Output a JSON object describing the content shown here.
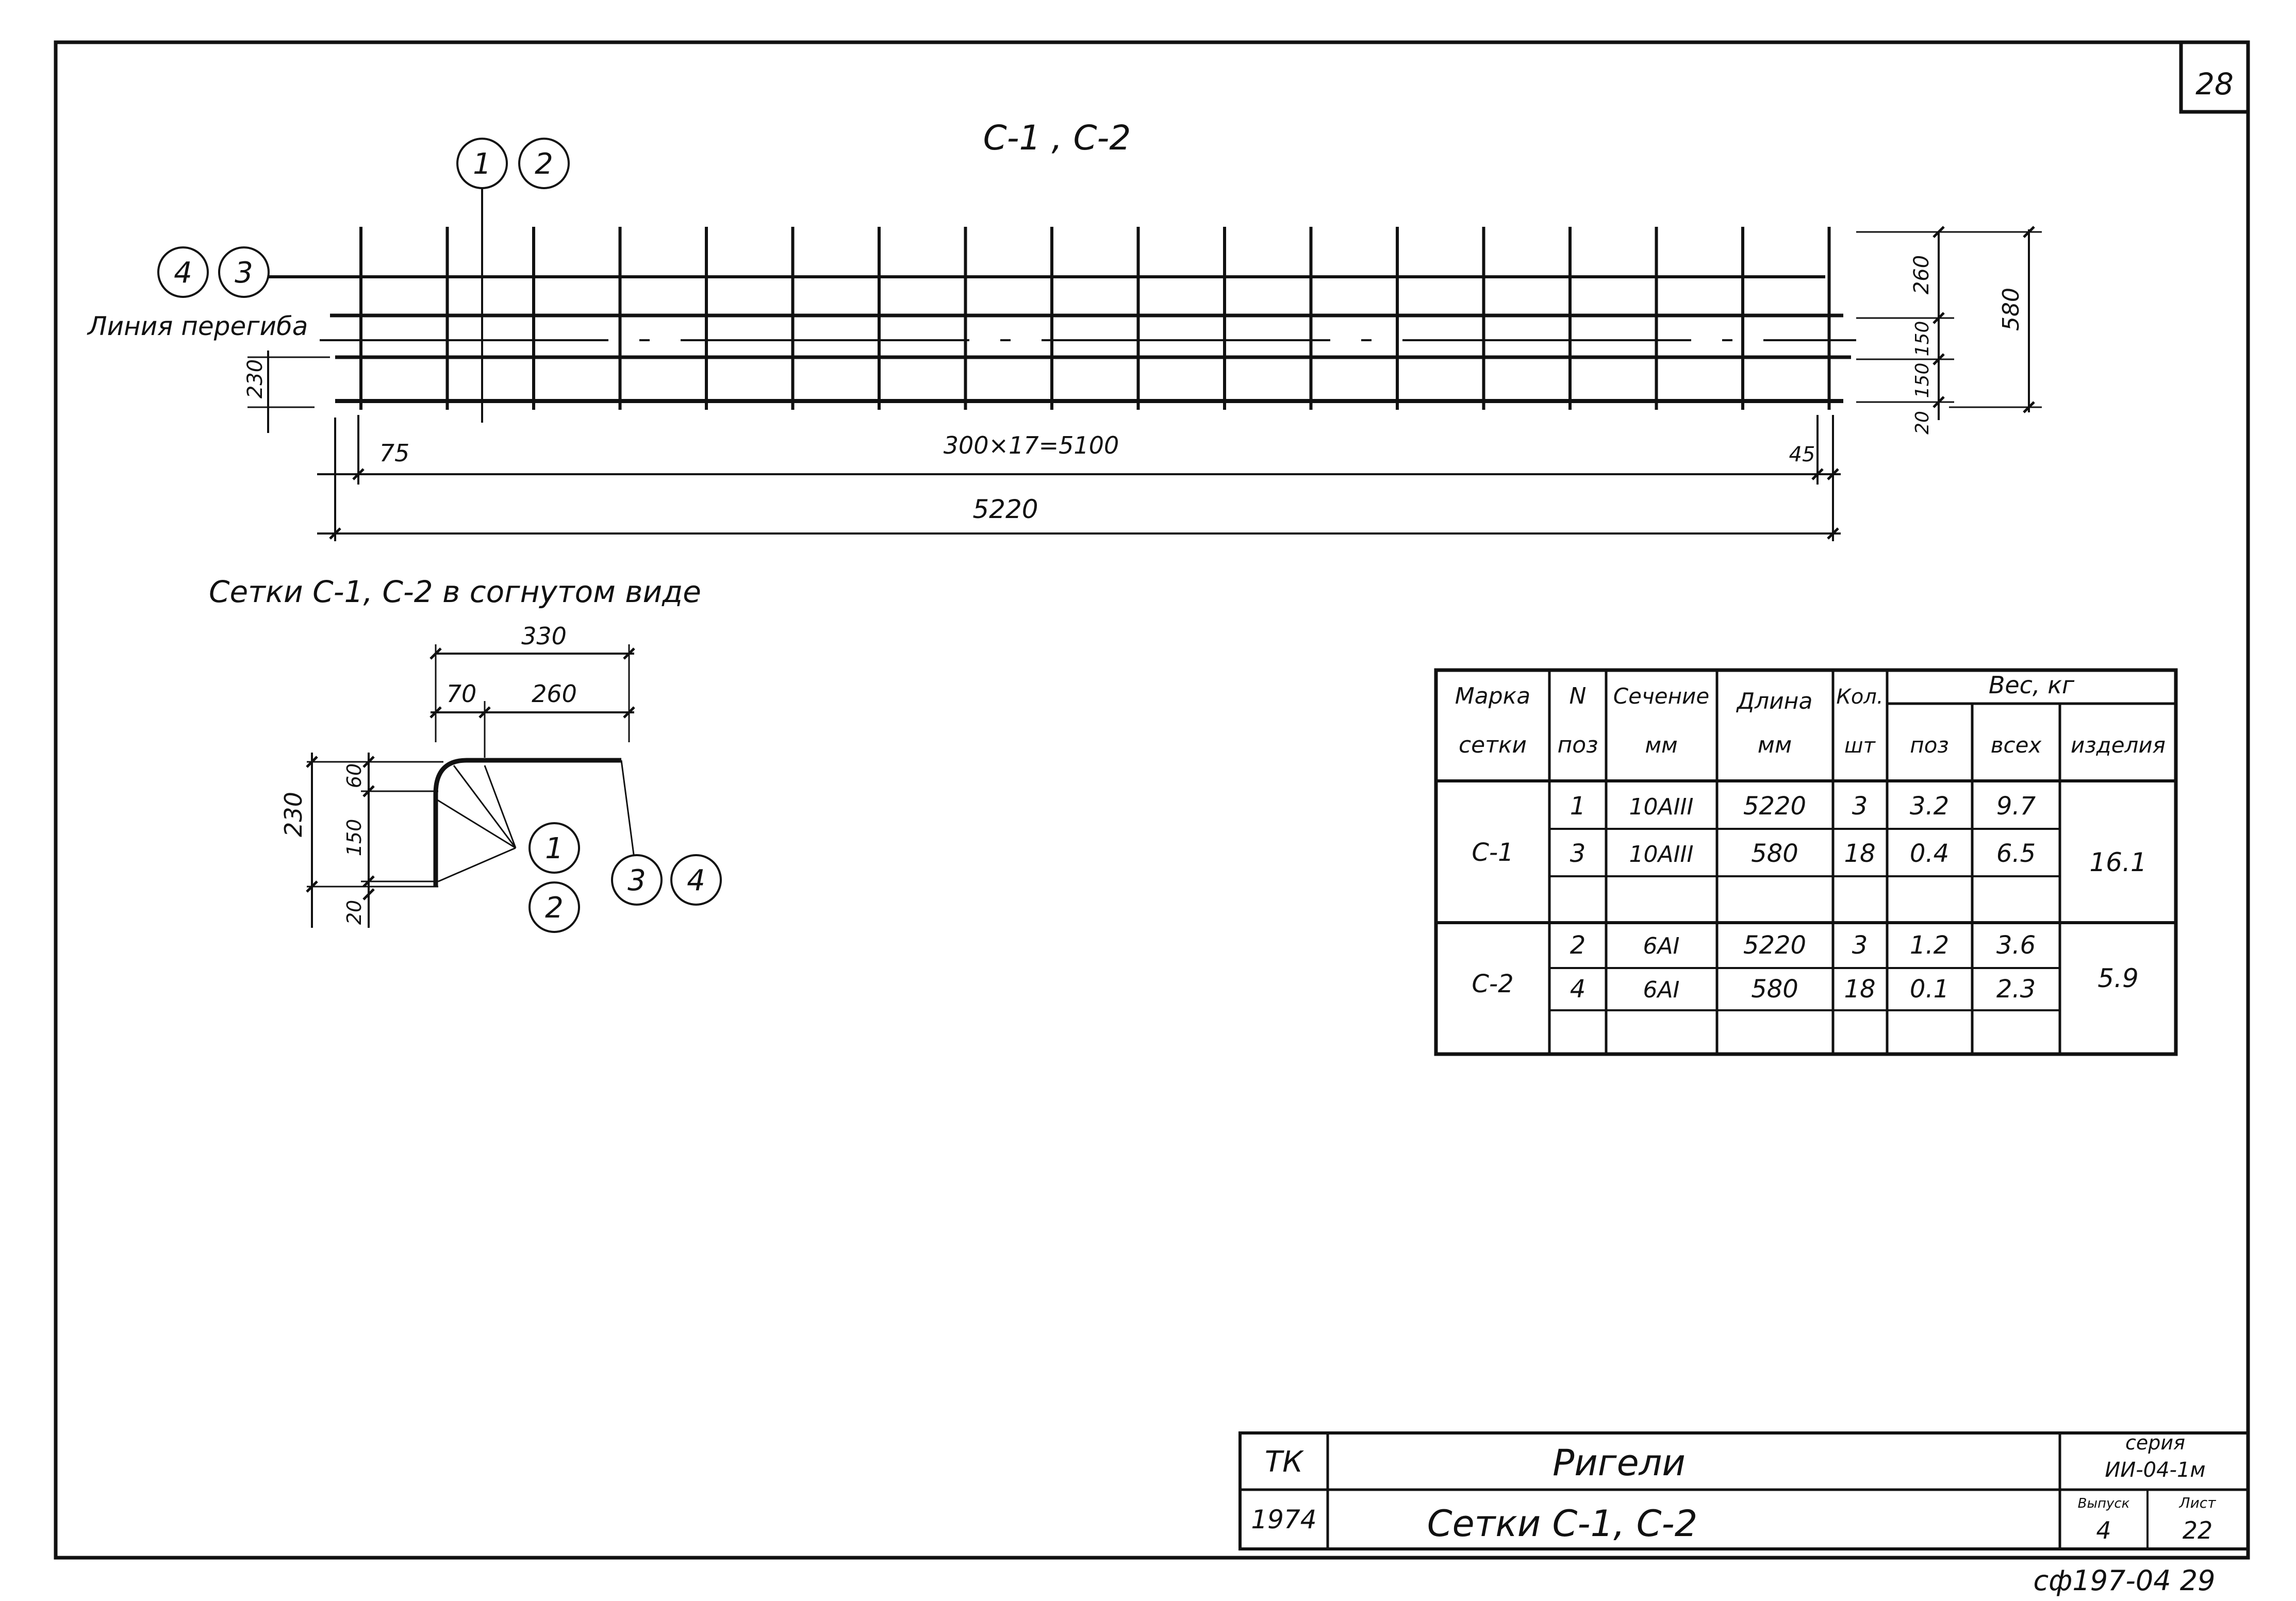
{
  "sheet": {
    "page_number": "28",
    "title": "С-1 , С-2",
    "subtitle": "Сетки С-1, С-2 в согнутом виде",
    "stamp_code": "сф197-04 29"
  },
  "elevation": {
    "callouts": {
      "top": [
        "1",
        "2"
      ],
      "left": [
        "4",
        "3"
      ]
    },
    "bend_line_label": "Линия перегиба",
    "dims": {
      "left_offset": "75",
      "span": "300×17=5100",
      "right_offset": "45",
      "overall": "5220",
      "left_height": "230",
      "right_heights": [
        "260",
        "150",
        "150",
        "20"
      ],
      "right_total": "580"
    }
  },
  "bent_view": {
    "dims": {
      "top_total": "330",
      "top_a": "70",
      "top_b": "260",
      "left_total": "230",
      "left_a": "60",
      "left_b": "150",
      "left_c": "20"
    },
    "callouts": [
      "1",
      "2",
      "3",
      "4"
    ]
  },
  "spec_table": {
    "headers": {
      "mark": [
        "Марка",
        "сетки"
      ],
      "pos": [
        "N",
        "поз"
      ],
      "section": [
        "Сечение",
        "мм"
      ],
      "length": [
        "Длина",
        "мм"
      ],
      "qty": [
        "Кол.",
        "шт"
      ],
      "weight_group": "Вес, кг",
      "weight_pos": "поз",
      "weight_all": "всех",
      "weight_item": "изделия"
    },
    "groups": [
      {
        "mark": "С-1",
        "item_weight": "16.1",
        "rows": [
          {
            "pos": "1",
            "section": "10АIII",
            "length": "5220",
            "qty": "3",
            "w_pos": "3.2",
            "w_all": "9.7"
          },
          {
            "pos": "3",
            "section": "10АIII",
            "length": "580",
            "qty": "18",
            "w_pos": "0.4",
            "w_all": "6.5"
          },
          {
            "pos": "",
            "section": "",
            "length": "",
            "qty": "",
            "w_pos": "",
            "w_all": ""
          }
        ]
      },
      {
        "mark": "С-2",
        "item_weight": "5.9",
        "rows": [
          {
            "pos": "2",
            "section": "6АI",
            "length": "5220",
            "qty": "3",
            "w_pos": "1.2",
            "w_all": "3.6"
          },
          {
            "pos": "4",
            "section": "6АI",
            "length": "580",
            "qty": "18",
            "w_pos": "0.1",
            "w_all": "2.3"
          },
          {
            "pos": "",
            "section": "",
            "length": "",
            "qty": "",
            "w_pos": "",
            "w_all": ""
          }
        ]
      }
    ]
  },
  "title_block": {
    "org": "ТК",
    "year": "1974",
    "name": "Ригели",
    "sheet_title": "Сетки С-1, С-2",
    "series_label": "серия",
    "series_value": "ИИ-04-1м",
    "issue_label": "Выпуск",
    "issue_value": "4",
    "sheet_label": "Лист",
    "sheet_value": "22"
  }
}
